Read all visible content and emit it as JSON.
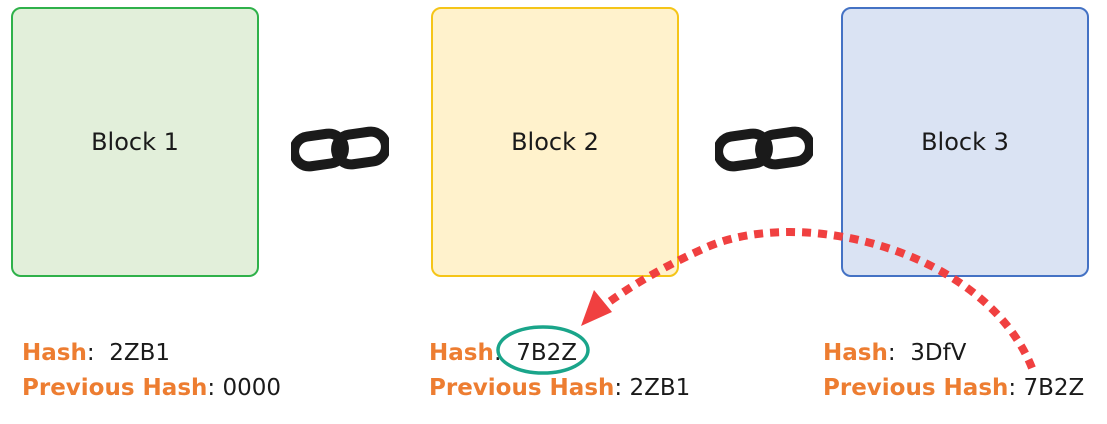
{
  "blocks": [
    {
      "title": "Block 1",
      "hash_label": "Hash",
      "hash_value": "2ZB1",
      "prev_hash_label": "Previous Hash",
      "prev_hash_value": "0000"
    },
    {
      "title": "Block 2",
      "hash_label": "Hash",
      "hash_value": "7B2Z",
      "prev_hash_label": "Previous Hash",
      "prev_hash_value": "2ZB1"
    },
    {
      "title": "Block 3",
      "hash_label": "Hash",
      "hash_value": "3DfV",
      "prev_hash_label": "Previous Hash",
      "prev_hash_value": "7B2Z"
    }
  ],
  "icons": {
    "chain_link": "link-icon",
    "reference_arrow": "dotted-arrow",
    "highlight": "circle-highlight"
  },
  "colors": {
    "block_1_fill": "#e2efda",
    "block_1_border": "#2fb14a",
    "block_2_fill": "#fff2cc",
    "block_2_border": "#f5c518",
    "block_3_fill": "#dae3f3",
    "block_3_border": "#4472c4",
    "label": "#ed7d31",
    "arrow": "#f04040",
    "highlight": "#1aa58a"
  }
}
